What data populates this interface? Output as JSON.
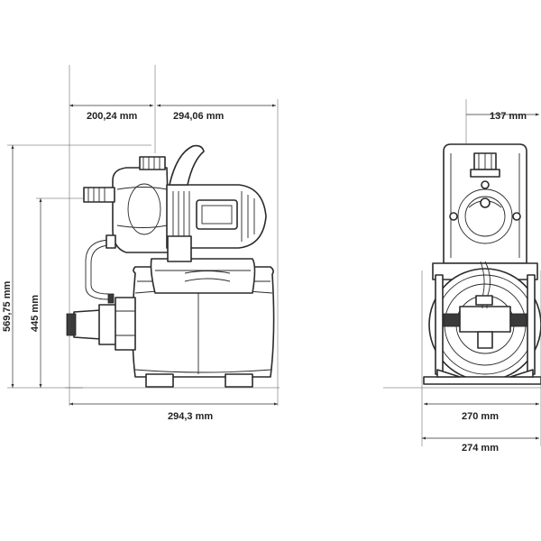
{
  "dimensions": {
    "side_left_width": "200,24 mm",
    "side_right_width": "294,06 mm",
    "side_total_height": "569,75 mm",
    "side_tank_height": "445 mm",
    "side_base_width": "294,3 mm",
    "front_top_width": "137 mm",
    "front_base_inner": "270 mm",
    "front_base_outer": "274 mm"
  },
  "colors": {
    "line": "#2a2a2a",
    "background": "#ffffff"
  }
}
